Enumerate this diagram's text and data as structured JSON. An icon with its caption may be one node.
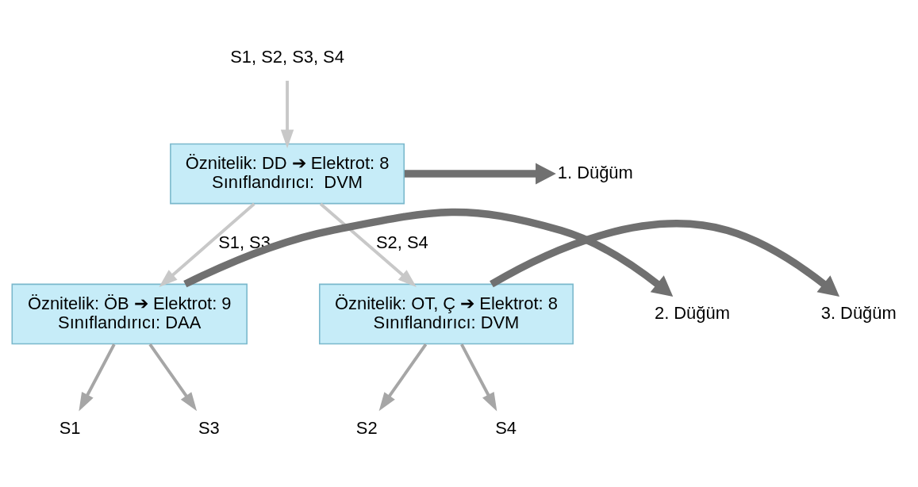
{
  "diagram": {
    "nodes": [
      {
        "text": [
          "S1, S2, S3, S4"
        ]
      },
      {
        "text": [
          "Öznitelik: DD ➔ Elektrot: 8",
          "Sınıflandırıcı:  DVM"
        ]
      },
      {
        "text": [
          "1. Düğüm"
        ]
      },
      {
        "text": [
          "Öznitelik: ÖB ➔ Elektrot: 9",
          "Sınıflandırıcı: DAA"
        ]
      },
      {
        "text": [
          "Öznitelik: OT, Ç ➔ Elektrot: 8",
          "Sınıflandırıcı: DVM"
        ]
      },
      {
        "text": [
          "2. Düğüm"
        ]
      },
      {
        "text": [
          "3. Düğüm"
        ]
      },
      {
        "text": [
          "S1"
        ]
      },
      {
        "text": [
          "S3"
        ]
      },
      {
        "text": [
          "S2"
        ]
      },
      {
        "text": [
          "S4"
        ]
      }
    ],
    "edges": [
      {
        "from": 0,
        "to": 1,
        "arrow": "to",
        "color": "#c8c8c8"
      },
      {
        "from": 1,
        "to": 2,
        "arrow": "to",
        "style": "thick",
        "color": "#707070"
      },
      {
        "from": 1,
        "to": 3,
        "arrow": "to",
        "label": "S1, S3",
        "color": "#c8c8c8"
      },
      {
        "from": 1,
        "to": 4,
        "arrow": "to",
        "label": "S2, S4",
        "color": "#c8c8c8"
      },
      {
        "from": 3,
        "to": 5,
        "arrow": "to",
        "style": "thick",
        "color": "#707070"
      },
      {
        "from": 4,
        "to": 6,
        "arrow": "to",
        "style": "thick",
        "color": "#707070"
      },
      {
        "from": 3,
        "to": 7,
        "arrow": "to"
      },
      {
        "from": 3,
        "to": 8,
        "arrow": "to"
      },
      {
        "from": 4,
        "to": 9,
        "arrow": "to"
      },
      {
        "from": 4,
        "to": 10,
        "arrow": "to"
      }
    ]
  }
}
